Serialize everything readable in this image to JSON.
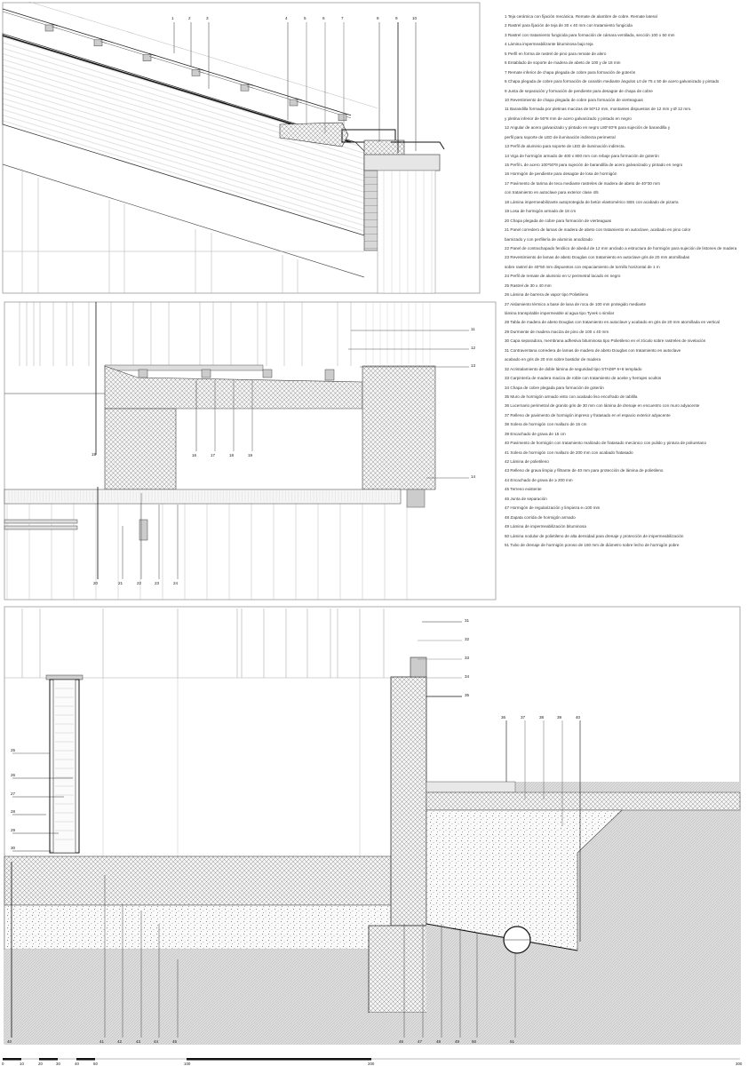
{
  "labels": {
    "top": [
      "1",
      "2",
      "3",
      "4",
      "5",
      "6",
      "7",
      "8",
      "9",
      "10"
    ],
    "mid_right": [
      "11",
      "12",
      "13",
      "14"
    ],
    "mid_left": [
      "15"
    ],
    "mid_center": [
      "16",
      "17",
      "18",
      "19"
    ],
    "mid_bottom": [
      "20",
      "21",
      "22",
      "23",
      "24"
    ],
    "bottom_left": [
      "25",
      "26",
      "27",
      "28",
      "29",
      "30"
    ],
    "bottom_right": [
      "31",
      "32",
      "33",
      "34",
      "35"
    ],
    "bottom_upper": [
      "36",
      "37",
      "38",
      "39",
      "40"
    ],
    "bottom_row_left": [
      "40",
      "41",
      "42",
      "43",
      "44",
      "45"
    ],
    "bottom_row_right": [
      "46",
      "47",
      "48",
      "49",
      "50",
      "51"
    ]
  },
  "scale": {
    "ticks": [
      "0",
      "10",
      "20",
      "30",
      "40",
      "50",
      "100",
      "200",
      "300"
    ]
  },
  "legend": [
    "1 Teja cerámica con fijación mecánica. Remate de alambre de cobre. Remate lateral",
    "2 Rastrel para fijación de teja de 30 x 40 mm con tratamiento fungicida",
    "3 Rastrel con tratamiento fungicida para formación de cámara ventilada, sección 100 x 50 mm",
    "4 Lámina impermeabilizante bituminosa bajo teja",
    "5 Perfil en forma de rastrel de pino para remate de alero",
    "6 Entablado de soporte de madera de abeto de 100 y de 18 mm",
    "7 Remate inferior de chapa plegada de cobre para formación de goterón",
    "8 Chapa plegada de cobre para formación de canalón mediante ángulos L0 de 75 x 50 de acero galvanizado y pintado",
    "9 Junta de separación y formación de pendiente para desagüe de chapa de cobre",
    "10 Revestimiento de chapa plegada de cobre para formación de vierteaguas",
    "11 Barandilla formada por pletinas macizas de 50*12 mm, montantes dispuestos de 12 mm y Ø 12 mm.",
    "y pletina inferior de 50*8 mm de acero galvanizado y pintado en negro",
    "12 Angular de acero galvanizado y pintado en negro L80*40*6 para sujeción de barandilla y",
    "perfil para soporte de LED de iluminación indirecta perimetral",
    "13 Perfil de aluminio para soporte de LED de iluminación indirecta.",
    "14 Viga de hormigón armado de 400 x 800 mm con rebaje para formación de goterón",
    "15 Perfil L de acero 100*50*8 para sujeción de barandilla de acero galvanizado y pintado en negro",
    "16 Hormigón de pendiente para desagüe de losa de hormigón",
    "17 Pavimento de tarima de teca mediante rastreles de madera de abeto de 40*30 mm",
    "con tratamiento en autoclave para exterior clase 4/5",
    "18 Lámina impermeabilizante autoprotegida de betún elastomérico SBS con acabado de pizarra",
    "19 Losa de hormigón armado de 18 cm",
    "20 Chapa plegada de cobre para formación de vierteaguas",
    "21 Panel corredero de lamas de madera de abeto con tratamiento en autoclave, acabado en pino color",
    "barnizado y con perfilería de aluminio anodizado",
    "22 Panel de contrachapado fenólico de abedul de 12 mm anclado a estructura de hormigón para sujeción de listones de madera",
    "23 Revestimiento de lamas de abeto Douglas con tratamiento en autoclave gris de 20 mm atornilladas",
    "sobre rastrel de 40*50 mm dispuestos con espaciamiento de tornillo horizontal de 1 m",
    "24 Perfil de remate de aluminio en U perimetral lacado en negro",
    "25 Rastrel de 30 x 40 mm",
    "26 Lámina de barrera de vapor tipo Polietileno",
    "27 Aislamiento térmico a base de lana de roca de 100 mm protegido mediante",
    "lámina transpirable impermeable al agua tipo Tyvek o similar",
    "28 Tabla de madera de abeto Douglas con tratamiento en autoclave y acabado en gris de 20 mm atornillada en vertical",
    "29 Durmiente de madera maciza de pino de 100 x 40 mm",
    "30 Capa separadora, membrana adhesiva bituminosa tipo Polietileno en el zócalo sobre rastreles de nivelación",
    "31 Contraventana corredera de lamas de madera de abeto Douglas con tratamiento en autoclave",
    "acabado en gris de 20 mm sobre bastidor de madera",
    "32 Acristalamiento de doble lámina de seguridad tipo STADIP 6+6 templado",
    "33 Carpintería de madera maciza de roble con tratamiento de aceite y herrajes ocultos",
    "34 Chapa de cobre plegada para formación de goterón",
    "35 Muro de hormigón armado visto con acabado liso encofrado de tablilla",
    "36 Lucernario perimetral de granito gris de 30 mm con lámina de drenaje en encuentro con muro adyacente",
    "37 Relleno de pavimento de hormigón impreso y fratasado en el espacio exterior adyacente",
    "38 Solera de hormigón con mallazo de 15 cm",
    "39 Encachado de grava de 15 cm",
    "40 Pavimento de hormigón con tratamiento realizado de fratasado mecánico con pulido y pintura de poliuretano",
    "41 Solera de hormigón con mallazo de 200 mm con acabado fratasado",
    "42 Lámina de polietileno",
    "43 Relleno de grava limpia y filtrante de 40 mm para protección de lámina de polietileno",
    "44 Encachado de grava de ≥ 200 mm",
    "45 Terreno existente",
    "46 Junta de separación",
    "47 Hormigón de regularización y limpieza e=100 mm",
    "48 Zapata corrida de hormigón armado",
    "49 Lámina de impermeabilización bituminosa",
    "50 Lámina nodular de polietileno de alta densidad para drenaje y protección de impermeabilización",
    "51 Tubo de drenaje de hormigón poroso de 160 mm de diámetro sobre lecho de hormigón pobre"
  ]
}
